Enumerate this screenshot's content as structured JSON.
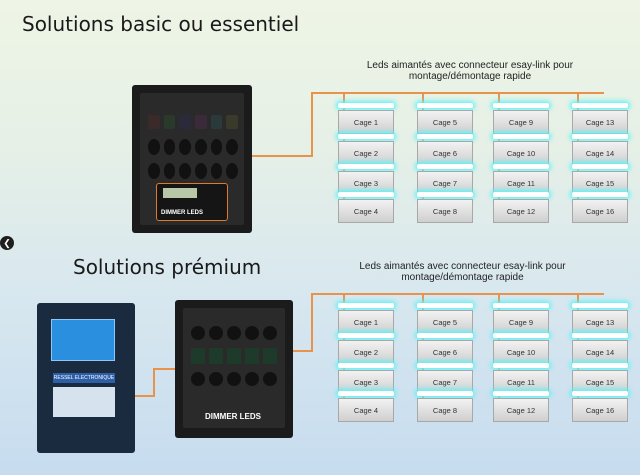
{
  "sections": {
    "basic": {
      "title": "Solutions basic ou essentiel",
      "caption": "Leds aimantés avec connecteur esay-link pour montage/démontage rapide",
      "dimmer_label": "DIMMER LEDS",
      "cages": [
        "Cage 1",
        "Cage 2",
        "Cage 3",
        "Cage 4",
        "Cage 5",
        "Cage 6",
        "Cage 7",
        "Cage 8",
        "Cage 9",
        "Cage 10",
        "Cage 11",
        "Cage 12",
        "Cage 13",
        "Cage 14",
        "Cage 15",
        "Cage 16"
      ]
    },
    "premium": {
      "title": "Solutions prémium",
      "caption": "Leds aimantés avec connecteur esay-link pour montage/démontage rapide",
      "dimmer_label": "DIMMER LEDS",
      "controller_label": "RESSEL ELECTRONIQUE",
      "cages": [
        "Cage 1",
        "Cage 2",
        "Cage 3",
        "Cage 4",
        "Cage 5",
        "Cage 6",
        "Cage 7",
        "Cage 8",
        "Cage 9",
        "Cage 10",
        "Cage 11",
        "Cage 12",
        "Cage 13",
        "Cage 14",
        "Cage 15",
        "Cage 16"
      ]
    }
  },
  "nav": {
    "prev_glyph": "❮"
  },
  "colors": {
    "bus": "#e9924c",
    "led_glow": "#5ff2f6",
    "panel": "#1c1c1c",
    "screen": "#2b8fe0"
  }
}
